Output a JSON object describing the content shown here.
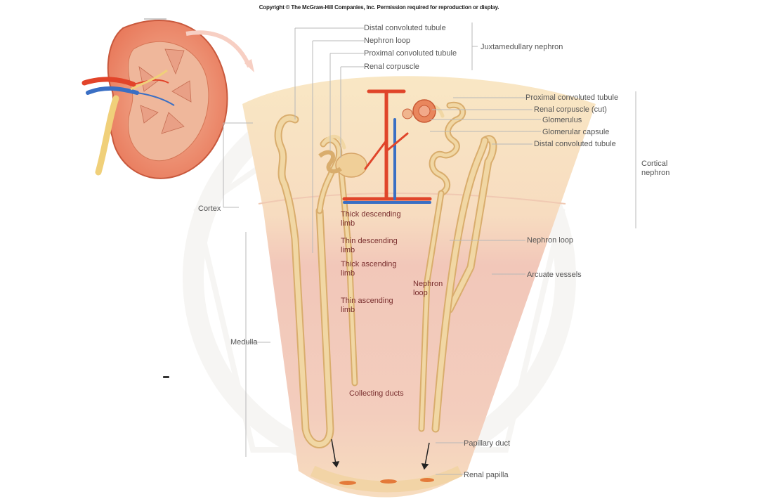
{
  "copyright": "Copyright © The McGraw-Hill Companies, Inc. Permission required for reproduction or display.",
  "labels": {
    "dct_top": "Distal convoluted tubule",
    "loop_top": "Nephron loop",
    "pct_top": "Proximal convoluted tubule",
    "corpuscle_top": "Renal corpuscle",
    "juxtamedullary": "Juxtamedullary nephron",
    "pct_right": "Proximal convoluted tubule",
    "corpuscle_right": "Renal corpuscle (cut)",
    "glomerulus": "Glomerulus",
    "capsule": "Glomerular capsule",
    "dct_right": "Distal convoluted tubule",
    "cortical_nephron": "Cortical nephron",
    "cortex": "Cortex",
    "thick_desc": "Thick descending limb",
    "thin_desc": "Thin descending limb",
    "thick_asc": "Thick ascending limb",
    "thin_asc": "Thin ascending limb",
    "nephron_loop_mid": "Nephron loop",
    "nephron_loop_right": "Nephron loop",
    "arcuate": "Arcuate vessels",
    "medulla": "Medulla",
    "collecting": "Collecting ducts",
    "papillary": "Papillary duct",
    "papilla": "Renal papilla"
  },
  "colors": {
    "cortex": "#f8e3bd",
    "medulla": "#f1c3b6",
    "tubule": "#f1d7a4",
    "tubule_edge": "#d9ad6d",
    "artery": "#e0452a",
    "vein": "#3a6fc4",
    "kidney": "#e8785a",
    "leader": "#b8b8b8"
  }
}
